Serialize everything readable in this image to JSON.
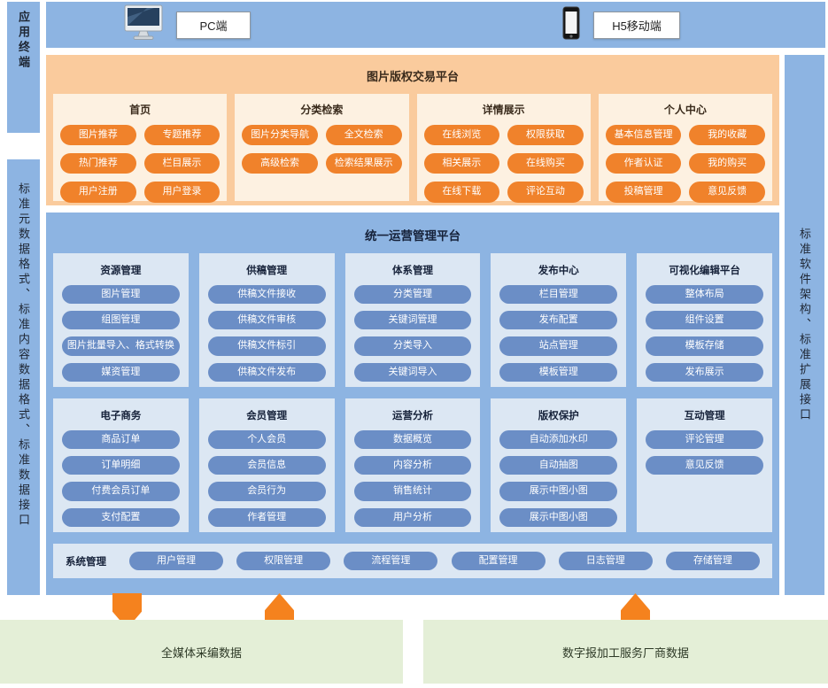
{
  "terminals": {
    "sidebar_label": "应用终端",
    "pc": {
      "icon": "desktop-monitor-icon",
      "label": "PC端"
    },
    "h5": {
      "icon": "mobile-phone-icon",
      "label": "H5移动端"
    }
  },
  "standards": {
    "left": "标准元数据格式、标准内容数据格式、标准数据接口",
    "right": "标准软件架构、标准扩展接口"
  },
  "trading_platform": {
    "title": "图片版权交易平台",
    "columns": [
      {
        "title": "首页",
        "items": [
          "图片推荐",
          "专题推荐",
          "热门推荐",
          "栏目展示",
          "用户注册",
          "用户登录"
        ]
      },
      {
        "title": "分类检索",
        "items": [
          "图片分类导航",
          "全文检索",
          "高级检索",
          "检索结果展示"
        ]
      },
      {
        "title": "详情展示",
        "items": [
          "在线浏览",
          "权限获取",
          "相关展示",
          "在线购买",
          "在线下载",
          "评论互动"
        ]
      },
      {
        "title": "个人中心",
        "items": [
          "基本信息管理",
          "我的收藏",
          "作者认证",
          "我的购买",
          "投稿管理",
          "意见反馈"
        ]
      }
    ]
  },
  "management_platform": {
    "title": "统一运营管理平台",
    "groups_row1": [
      {
        "title": "资源管理",
        "items": [
          "图片管理",
          "组图管理",
          "图片批量导入、格式转换",
          "媒资管理"
        ]
      },
      {
        "title": "供稿管理",
        "items": [
          "供稿文件接收",
          "供稿文件审核",
          "供稿文件标引",
          "供稿文件发布"
        ]
      },
      {
        "title": "体系管理",
        "items": [
          "分类管理",
          "关键词管理",
          "分类导入",
          "关键词导入"
        ]
      },
      {
        "title": "发布中心",
        "items": [
          "栏目管理",
          "发布配置",
          "站点管理",
          "模板管理"
        ]
      },
      {
        "title": "可视化编辑平台",
        "items": [
          "整体布局",
          "组件设置",
          "模板存储",
          "发布展示"
        ]
      }
    ],
    "groups_row2": [
      {
        "title": "电子商务",
        "items": [
          "商品订单",
          "订单明细",
          "付费会员订单",
          "支付配置"
        ]
      },
      {
        "title": "会员管理",
        "items": [
          "个人会员",
          "会员信息",
          "会员行为",
          "作者管理"
        ]
      },
      {
        "title": "运营分析",
        "items": [
          "数据概览",
          "内容分析",
          "销售统计",
          "用户分析"
        ]
      },
      {
        "title": "版权保护",
        "items": [
          "自动添加水印",
          "自动抽图",
          "展示中图小图",
          "展示中图小图"
        ]
      },
      {
        "title": "互动管理",
        "items": [
          "评论管理",
          "意见反馈"
        ]
      }
    ],
    "system_row": {
      "title": "系统管理",
      "items": [
        "用户管理",
        "权限管理",
        "流程管理",
        "配置管理",
        "日志管理",
        "存储管理"
      ]
    }
  },
  "data_sources": {
    "left": "全媒体采编数据",
    "right": "数字报加工服务厂商数据",
    "arrows": [
      "down",
      "up",
      "up"
    ]
  },
  "colors": {
    "band_blue": "#8DB4E2",
    "panel_blue": "#DCE7F3",
    "pill_blue": "#6B8EC6",
    "orange_bg": "#FACB9D",
    "orange_panel": "#FDF1E1",
    "pill_orange": "#F0822B",
    "arrow_orange": "#F5821E",
    "green_bg": "#E4EFD7"
  }
}
